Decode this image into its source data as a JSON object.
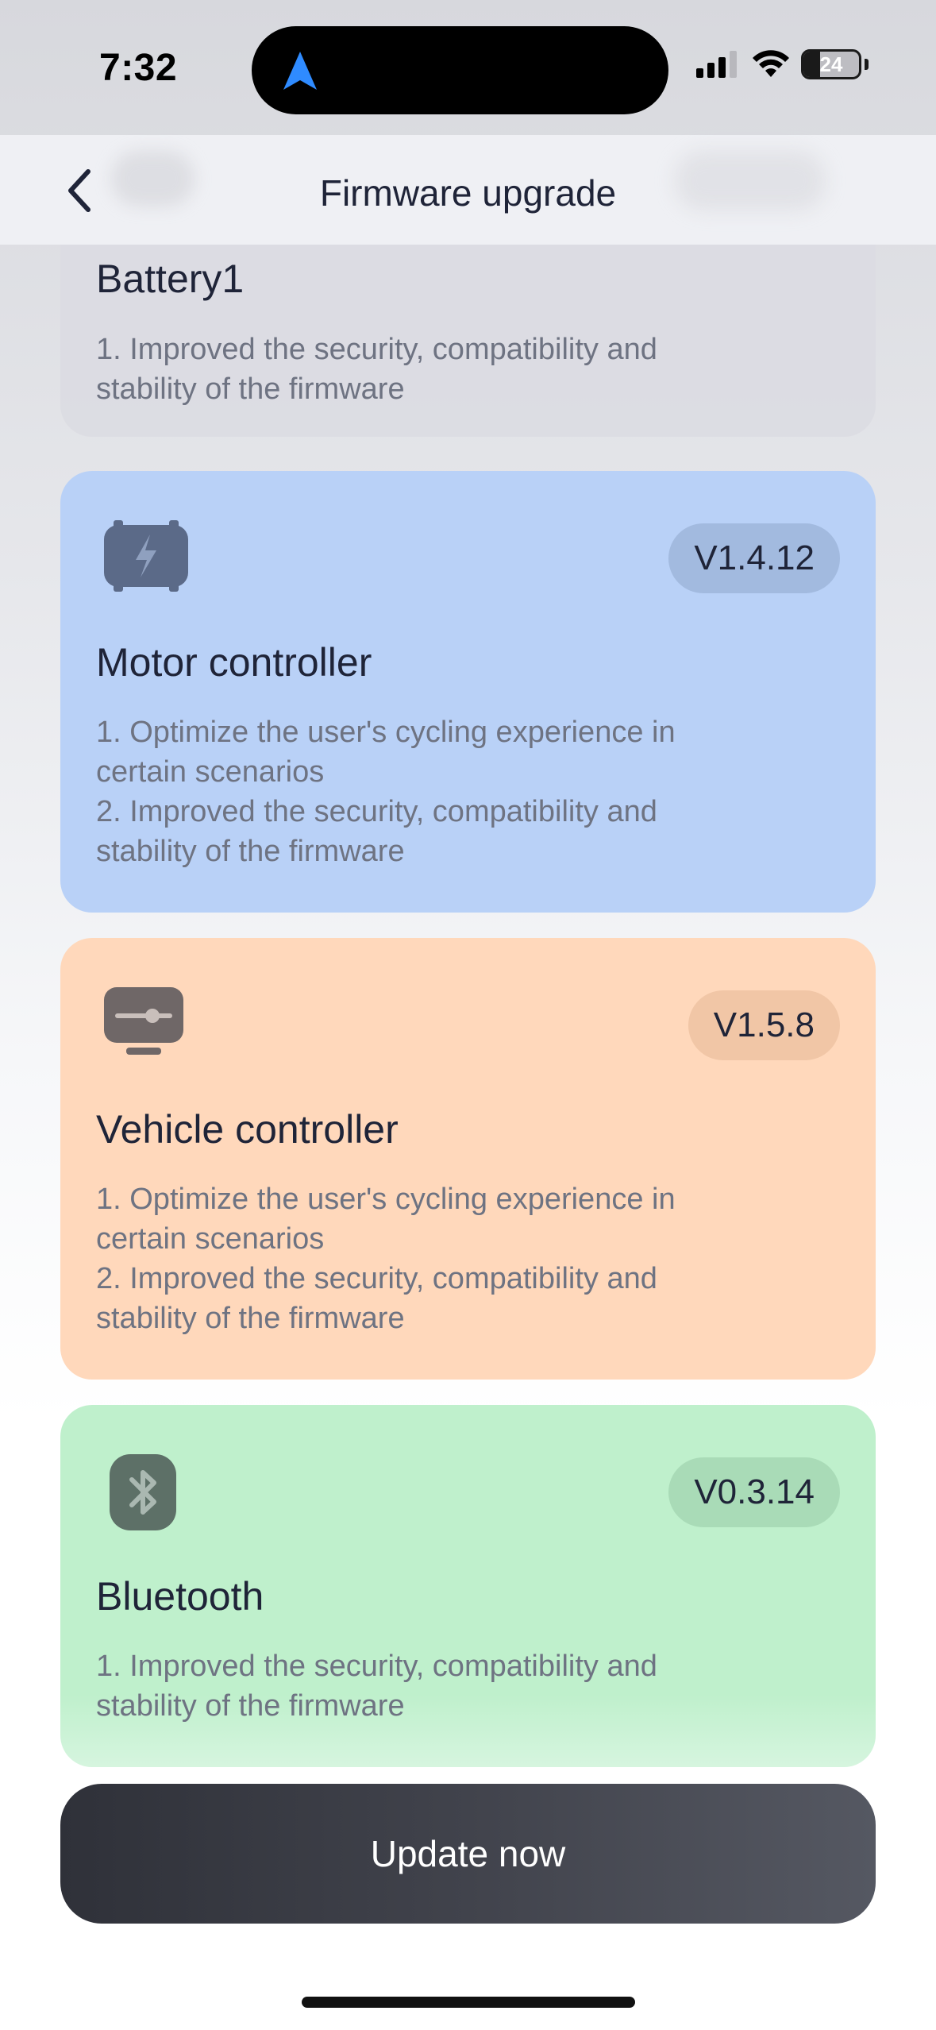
{
  "status_bar": {
    "time": "7:32",
    "battery_level": "24"
  },
  "header": {
    "title": "Firmware upgrade"
  },
  "cards": [
    {
      "title": "Battery1",
      "version": "",
      "notes": [
        "1. Improved the security, compatibility and",
        "stability of the firmware"
      ],
      "icon": "battery-icon"
    },
    {
      "title": "Motor controller",
      "version": "V1.4.12",
      "notes": [
        "1. Optimize the user's cycling experience in",
        "certain scenarios",
        "2. Improved the security, compatibility and",
        "stability of the firmware"
      ],
      "icon": "motor-controller-icon",
      "color": "#b9d1f7"
    },
    {
      "title": "Vehicle controller",
      "version": "V1.5.8",
      "notes": [
        "1. Optimize the user's cycling experience in",
        "certain scenarios",
        "2. Improved the security, compatibility and",
        "stability of the firmware"
      ],
      "icon": "vehicle-controller-icon",
      "color": "#ffd8bb"
    },
    {
      "title": "Bluetooth",
      "version": "V0.3.14",
      "notes": [
        "1. Improved the security, compatibility and",
        "stability of the firmware"
      ],
      "icon": "bluetooth-icon",
      "color": "#bff0cc"
    }
  ],
  "update_button": {
    "label": "Update now"
  },
  "colors": {
    "accent_dark": "#2f3139",
    "location_arrow": "#2f8bff"
  }
}
